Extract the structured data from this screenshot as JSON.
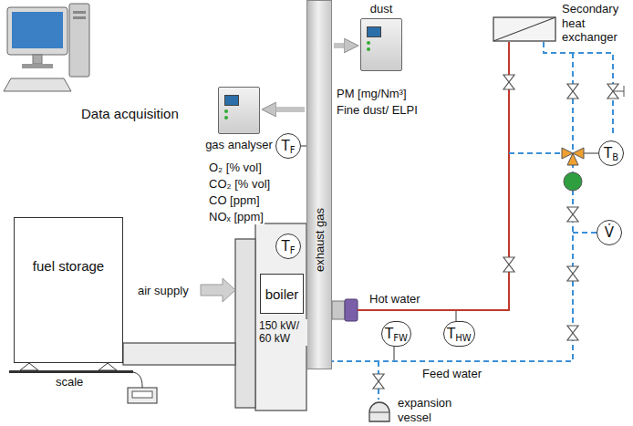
{
  "diagram": {
    "nodes": [
      {
        "text": [
          "dust"
        ]
      },
      {
        "text": [
          "gas analyser"
        ]
      },
      {
        "text": [
          "exhaust gas"
        ]
      },
      {
        "text": [
          "T",
          "F"
        ]
      },
      {
        "text": [
          "T",
          "F"
        ]
      },
      {
        "text": [
          "Secondary heat exchanger"
        ]
      },
      {
        "text": [
          "T",
          "B"
        ]
      },
      {
        "text": [
          "V̇"
        ]
      },
      {
        "text": [
          "boiler"
        ]
      },
      {
        "text": [
          "fuel storage"
        ]
      },
      {
        "text": [
          "T",
          "FW"
        ]
      },
      {
        "text": [
          "T",
          "HW"
        ]
      },
      {
        "text": [
          "expansion vessel"
        ]
      }
    ],
    "edges": [
      {
        "from": 2,
        "to": 1,
        "arrow": "to"
      },
      {
        "from": 2,
        "to": 0,
        "arrow": "to"
      }
    ],
    "labels": [
      "Data acquisition",
      "O₂ [% vol]",
      "CO₂ [% vol]",
      "CO [ppm]",
      "NOₓ [ppm]",
      "PM [mg/Nm³]",
      "Fine dust/ ELPI",
      "air supply",
      "150 kW/ 60 kW",
      "Hot water",
      "Feed water",
      "scale"
    ]
  }
}
